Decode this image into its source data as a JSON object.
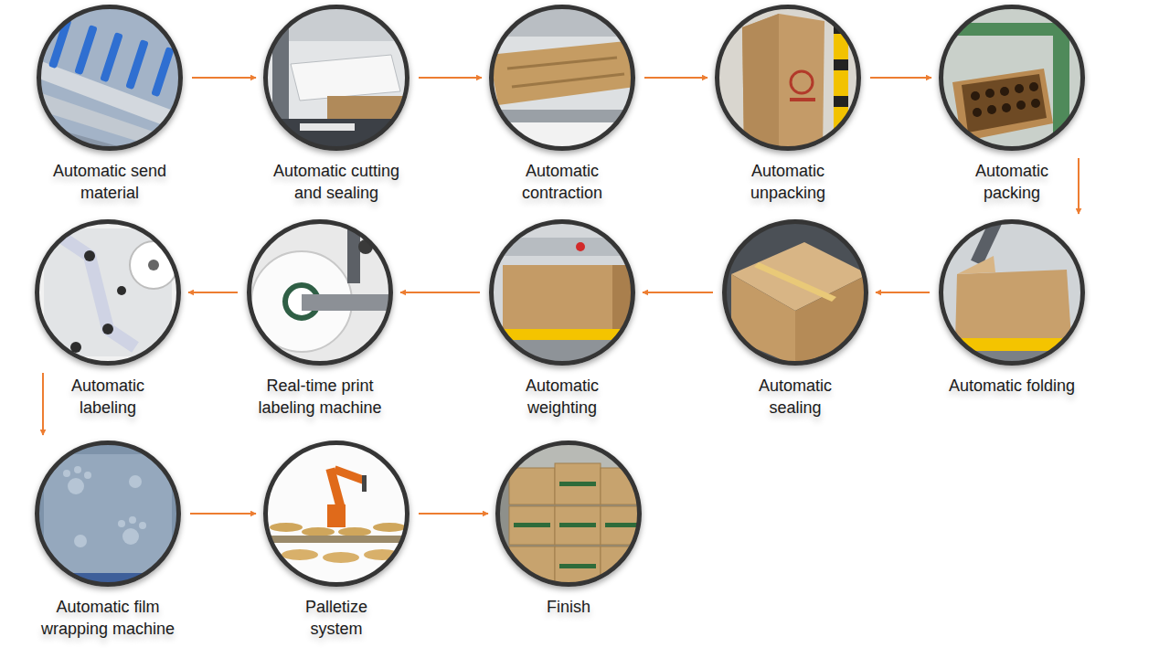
{
  "diagram": {
    "nodes": [
      {
        "text": [
          "Automatic send material"
        ]
      },
      {
        "text": [
          "Automatic cutting and sealing"
        ]
      },
      {
        "text": [
          "Automatic contraction"
        ]
      },
      {
        "text": [
          "Automatic unpacking"
        ]
      },
      {
        "text": [
          "Automatic packing"
        ]
      },
      {
        "text": [
          "Automatic folding"
        ]
      },
      {
        "text": [
          "Automatic sealing"
        ]
      },
      {
        "text": [
          "Automatic weighting"
        ]
      },
      {
        "text": [
          "Real-time print labeling machine"
        ]
      },
      {
        "text": [
          "Automatic labeling"
        ]
      },
      {
        "text": [
          "Automatic film wrapping machine"
        ]
      },
      {
        "text": [
          "Palletize system"
        ]
      },
      {
        "text": [
          "Finish"
        ]
      }
    ],
    "edges": [
      {
        "from": 0,
        "to": 1,
        "arrow": "to"
      },
      {
        "from": 1,
        "to": 2,
        "arrow": "to"
      },
      {
        "from": 2,
        "to": 3,
        "arrow": "to"
      },
      {
        "from": 3,
        "to": 4,
        "arrow": "to"
      },
      {
        "from": 4,
        "to": 5,
        "arrow": "to"
      },
      {
        "from": 5,
        "to": 6,
        "arrow": "to"
      },
      {
        "from": 6,
        "to": 7,
        "arrow": "to"
      },
      {
        "from": 7,
        "to": 8,
        "arrow": "to"
      },
      {
        "from": 8,
        "to": 9,
        "arrow": "to"
      },
      {
        "from": 9,
        "to": 10,
        "arrow": "to"
      },
      {
        "from": 10,
        "to": 11,
        "arrow": "to"
      },
      {
        "from": 11,
        "to": 12,
        "arrow": "to"
      }
    ]
  }
}
